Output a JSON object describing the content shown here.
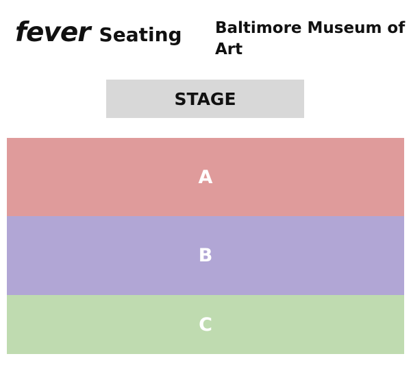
{
  "header": {
    "brand": "fever",
    "product": "Seating",
    "venue": "Baltimore Museum of Art"
  },
  "stage": {
    "label": "STAGE",
    "color": "#d8d8d8"
  },
  "sections": [
    {
      "label": "A",
      "color": "#df9b9b"
    },
    {
      "label": "B",
      "color": "#b1a6d5"
    },
    {
      "label": "C",
      "color": "#bfdbb0"
    }
  ]
}
